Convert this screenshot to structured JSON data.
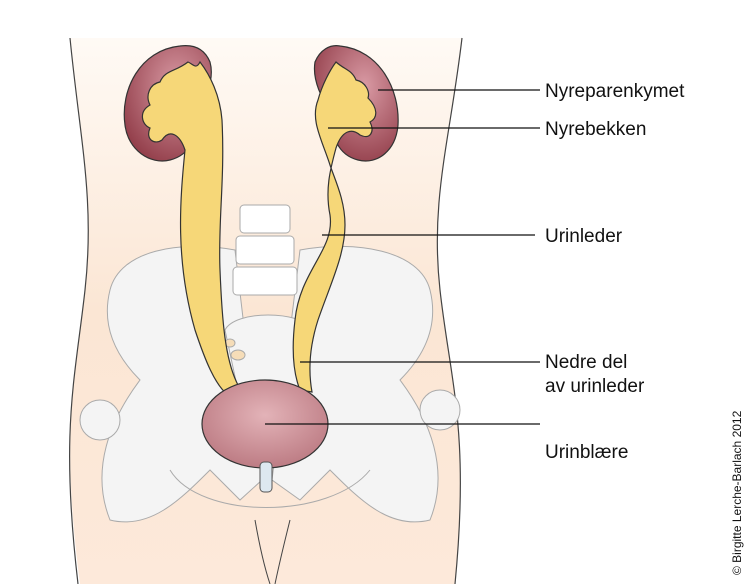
{
  "labels": {
    "renal_parenchyma": "Nyreparenkymet",
    "renal_pelvis": "Nyrebekken",
    "ureter": "Urinleder",
    "lower_ureter_line1": "Nedre del",
    "lower_ureter_line2": "av urinleder",
    "bladder": "Urinblære"
  },
  "copyright": "© Birgitte Lerche-Barlach 2012",
  "colors": {
    "kidney": "#9b4a55",
    "pelvis_ureter": "#f6d778",
    "bladder": "#c98a92",
    "skin": "#fbe6d4",
    "bone": "#f2f2f2"
  }
}
